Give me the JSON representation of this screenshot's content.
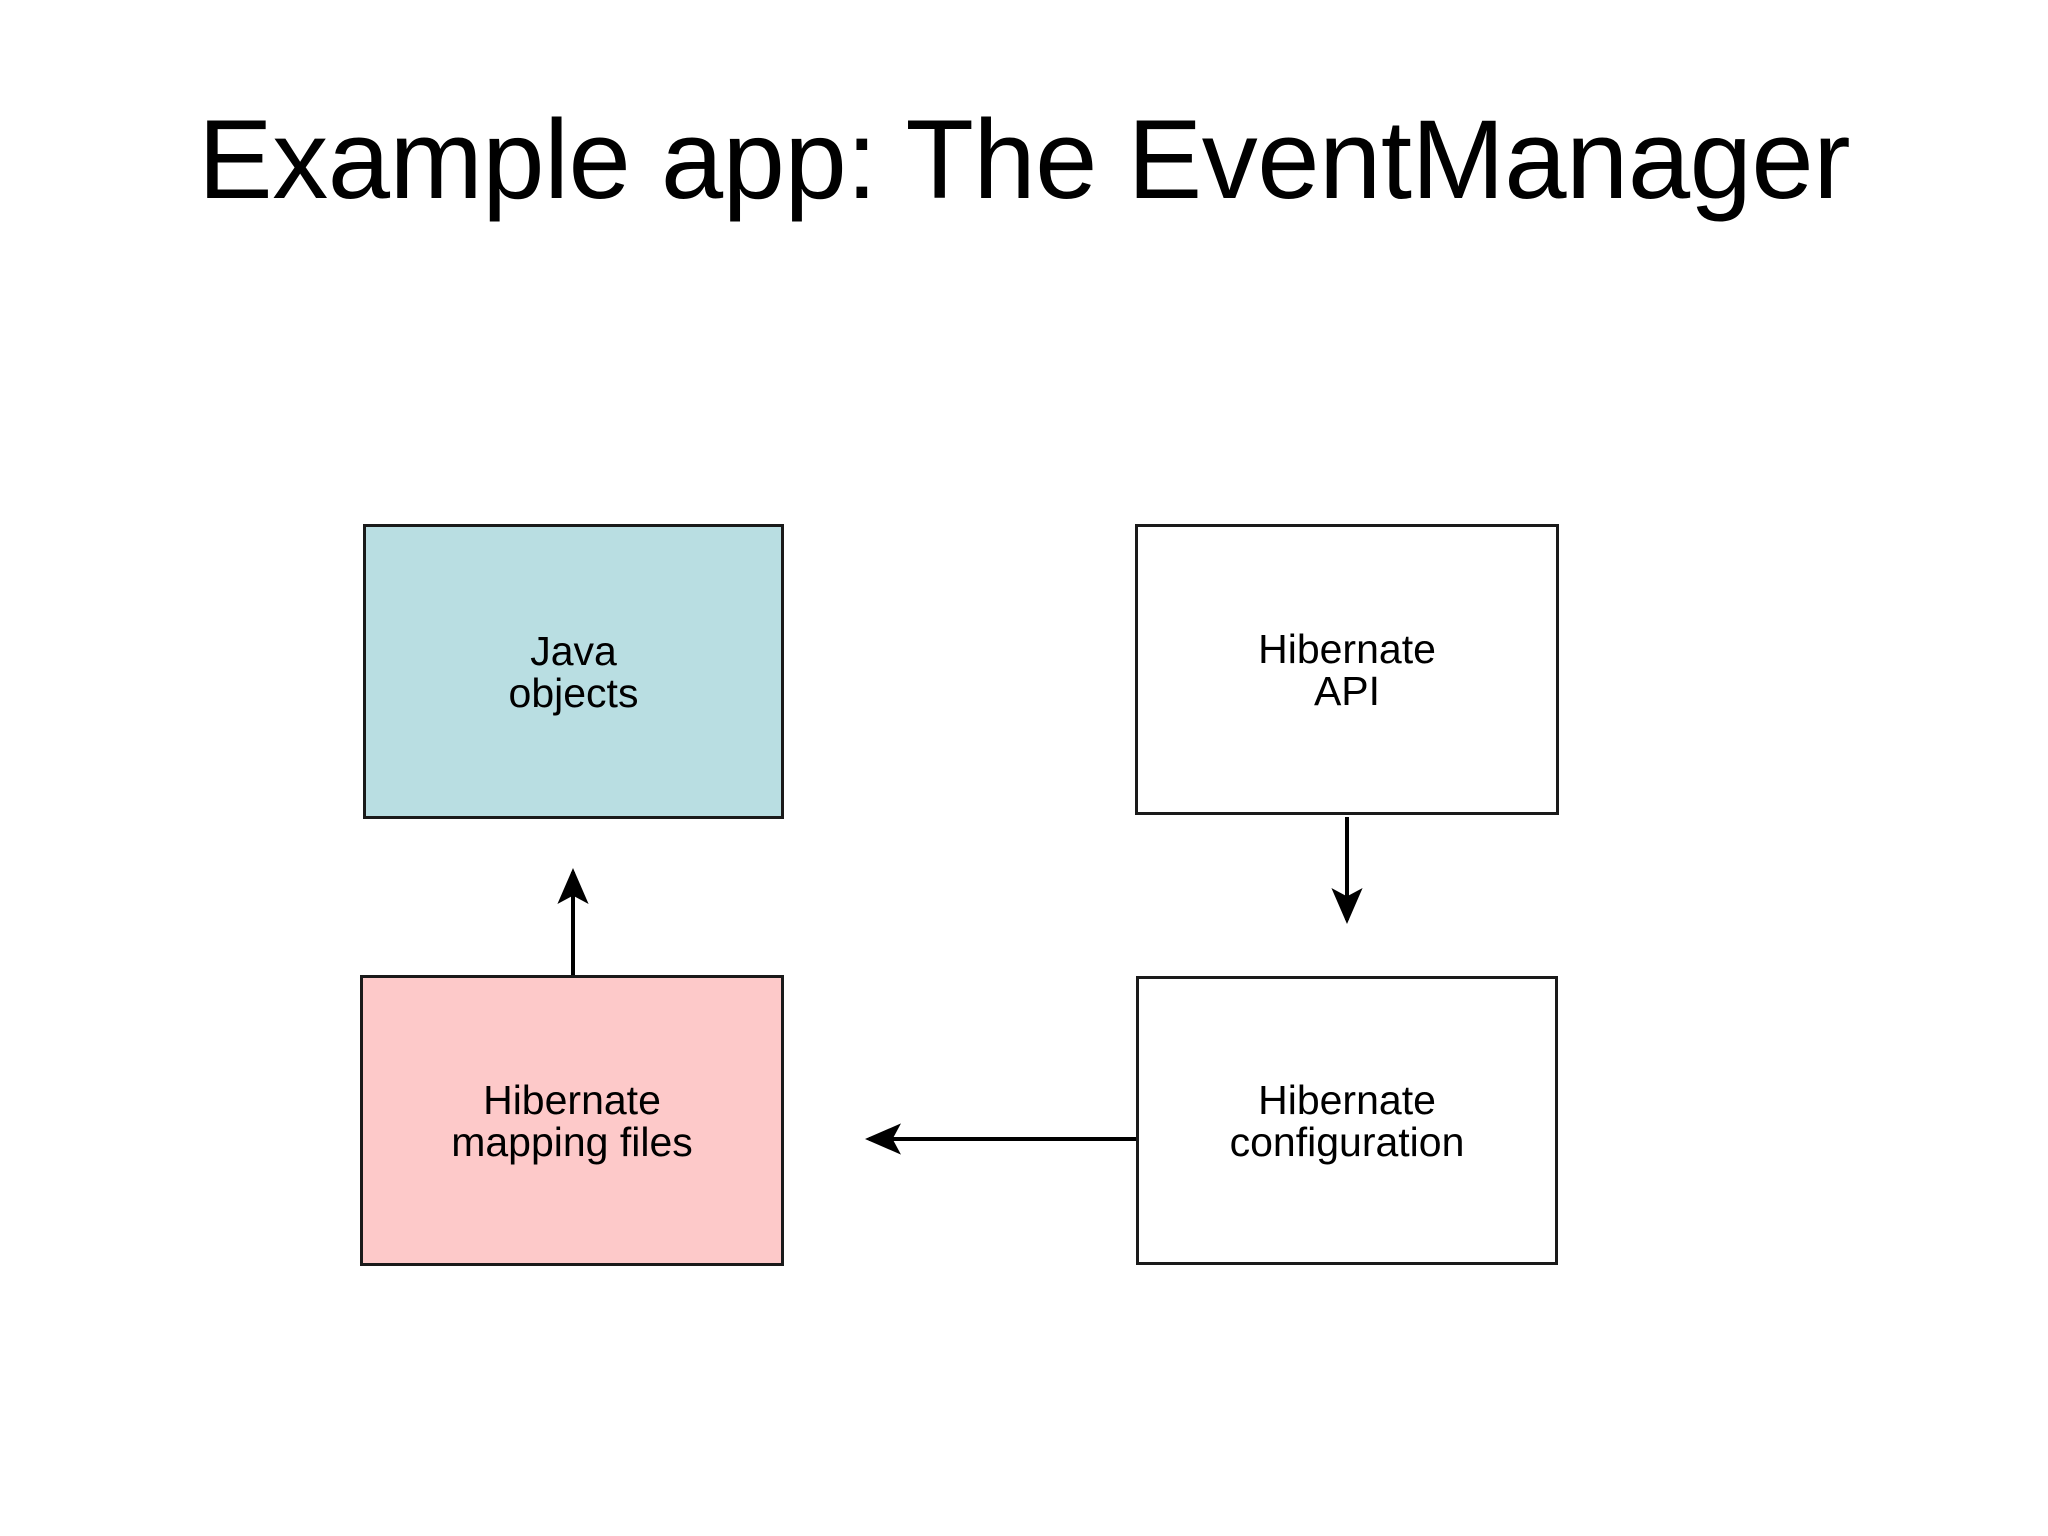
{
  "slide": {
    "title": "Example app: The EventManager",
    "background_color": "#ffffff",
    "text_color": "#000000"
  },
  "diagram": {
    "type": "block-diagram",
    "nodes": [
      {
        "id": "java-objects",
        "label": "Java\nobjects",
        "fill_color": "#b9dee2",
        "border_color": "#1a1a1a"
      },
      {
        "id": "hibernate-mapping-files",
        "label": "Hibernate\nmapping files",
        "fill_color": "#fdc9c9",
        "border_color": "#1a1a1a"
      },
      {
        "id": "hibernate-api",
        "label": "Hibernate\nAPI",
        "fill_color": "#ffffff",
        "border_color": "#1a1a1a"
      },
      {
        "id": "hibernate-configuration",
        "label": "Hibernate\nconfiguration",
        "fill_color": "#ffffff",
        "border_color": "#1a1a1a"
      }
    ],
    "edges": [
      {
        "id": "mapping-files-to-java-objects",
        "from": "hibernate-mapping-files",
        "to": "java-objects",
        "direction": "up",
        "color": "#000000"
      },
      {
        "id": "hibernate-api-to-configuration",
        "from": "hibernate-api",
        "to": "hibernate-configuration",
        "direction": "down",
        "color": "#000000"
      },
      {
        "id": "configuration-to-mapping-files",
        "from": "hibernate-configuration",
        "to": "hibernate-mapping-files",
        "direction": "left",
        "color": "#000000"
      }
    ]
  }
}
